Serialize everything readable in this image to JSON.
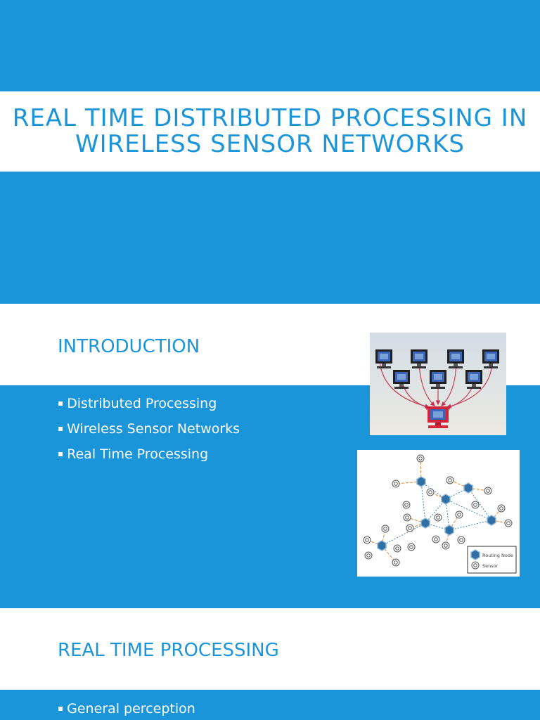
{
  "slide1": {
    "title": "REAL TIME DISTRIBUTED PROCESSING IN WIRELESS SENSOR NETWORKS"
  },
  "slide2": {
    "heading": "INTRODUCTION",
    "bullets": [
      "Distributed Processing",
      "Wireless Sensor Networks",
      "Real Time Processing"
    ],
    "network_diagram": {
      "legend": {
        "routing_node": "Routing Node",
        "sensor": "Sensor"
      }
    }
  },
  "slide3": {
    "heading": "REAL TIME PROCESSING",
    "bullets": [
      "General perception"
    ]
  },
  "colors": {
    "accent": "#1b95d9",
    "background": "#ffffff",
    "routing_node": "#2f6fa3",
    "link_orange": "#e8872f",
    "monitor_red": "#d5233a"
  },
  "icons": {
    "bullet": "small-square-bullet",
    "computer": "monitor-icon",
    "routing_node": "hexagon-node-icon",
    "sensor": "concentric-circle-icon"
  }
}
